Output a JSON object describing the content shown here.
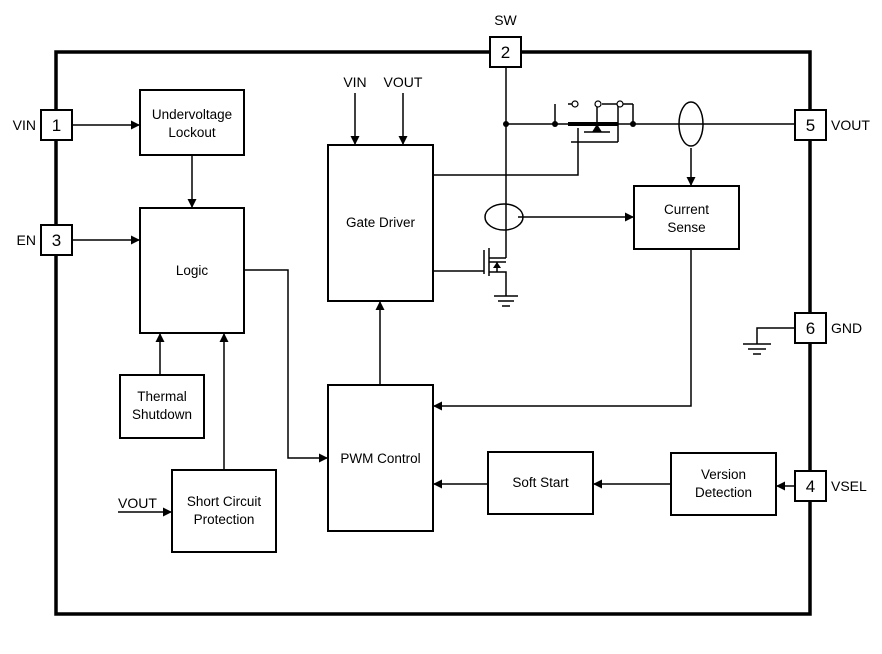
{
  "pins": {
    "vin": {
      "number": "1",
      "label": "VIN"
    },
    "sw": {
      "number": "2",
      "label": "SW"
    },
    "en": {
      "number": "3",
      "label": "EN"
    },
    "vsel": {
      "number": "4",
      "label": "VSEL"
    },
    "vout": {
      "number": "5",
      "label": "VOUT"
    },
    "gnd": {
      "number": "6",
      "label": "GND"
    }
  },
  "blocks": {
    "uvlo": [
      "Undervoltage",
      "Lockout"
    ],
    "logic": [
      "Logic"
    ],
    "thermal": [
      "Thermal",
      "Shutdown"
    ],
    "scp": [
      "Short Circuit",
      "Protection"
    ],
    "gate_driver": [
      "Gate Driver"
    ],
    "pwm": [
      "PWM Control"
    ],
    "soft_start": [
      "Soft Start"
    ],
    "version": [
      "Version",
      "Detection"
    ],
    "current_sense": [
      "Current",
      "Sense"
    ]
  },
  "signals": {
    "gd_vin": "VIN",
    "gd_vout": "VOUT",
    "scp_vout": "VOUT"
  },
  "colors": {
    "line": "#000000",
    "background": "#ffffff"
  }
}
